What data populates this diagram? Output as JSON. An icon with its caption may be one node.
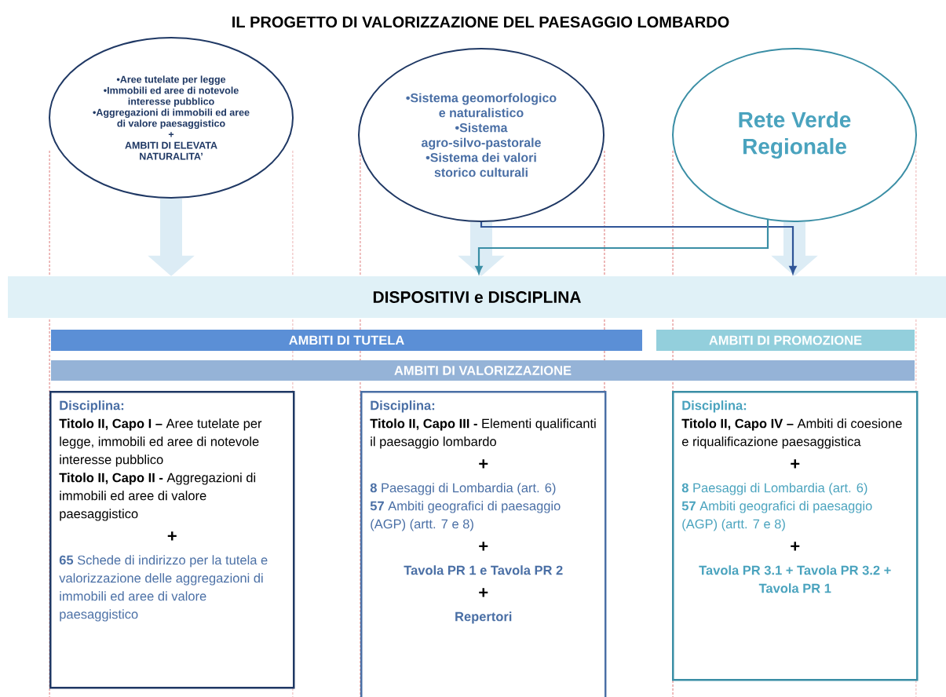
{
  "diagram": {
    "title": "IL PROGETTO DI VALORIZZAZIONE DEL PAESAGGIO LOMBARDO",
    "nodes": [
      {
        "text": [
          "•Aree tutelate per legge",
          "•Immobili ed aree di notevole interesse pubblico",
          "•Aggregazioni di immobili ed aree di valore paesaggistico",
          "+",
          "AMBITI DI ELEVATA NATURALITA’"
        ]
      },
      {
        "text": [
          "•Sistema geomorfologico e naturalistico",
          "•Sistema agro-silvo-pastorale",
          "•Sistema dei valori storico culturali"
        ]
      },
      {
        "text": [
          "Rete Verde Regionale"
        ]
      },
      {
        "text": [
          "DISPOSITIVI e DISCIPLINA"
        ]
      },
      {
        "text": [
          "AMBITI DI TUTELA"
        ]
      },
      {
        "text": [
          "AMBITI DI PROMOZIONE"
        ]
      },
      {
        "text": [
          "AMBITI DI VALORIZZAZIONE"
        ]
      },
      {
        "text": [
          "Disciplina:",
          "**Titolo II, Capo I –** Aree tutelate per legge, immobili ed aree di notevole interesse pubblico",
          "**Titolo II, Capo II -** Aggregazioni di immobili ed aree di valore paesaggistico",
          "+",
          "**65** Schede di indirizzo per la tutela e valorizzazione delle aggregazioni di immobili ed aree di valore paesaggistico"
        ]
      },
      {
        "text": [
          "Disciplina:",
          "**Titolo II, Capo III -** Elementi qualificanti il paesaggio lombardo",
          "+",
          "**8** Paesaggi di Lombardia (art. 6)",
          "**57** Ambiti geografici di paesaggio (AGP) (artt. 7 e 8)",
          "+",
          "Tavola PR 1 e Tavola PR 2",
          "+",
          "Repertori"
        ]
      },
      {
        "text": [
          "Disciplina:",
          "**Titolo II, Capo IV –** Ambiti di coesione e riqualificazione paesaggistica",
          "+",
          "**8** Paesaggi di Lombardia (art. 6)",
          "**57** Ambiti geografici di paesaggio (AGP) (artt. 7 e 8)",
          "+",
          "**Tavola PR 3.1** + **Tavola PR 3.2** + **Tavola PR 1**"
        ]
      }
    ],
    "edges": [
      {
        "from": 0,
        "to": 3,
        "arrow": "to",
        "color": "#dcecf5"
      },
      {
        "from": 1,
        "to": 3,
        "arrow": "to",
        "color": "#dcecf5"
      },
      {
        "from": 2,
        "to": 3,
        "arrow": "to",
        "color": "#dcecf5"
      },
      {
        "from": 1,
        "to": 3,
        "arrow": "to",
        "color": "#2f5597"
      },
      {
        "from": 2,
        "to": 3,
        "arrow": "to",
        "color": "#3a8ea5"
      }
    ]
  }
}
